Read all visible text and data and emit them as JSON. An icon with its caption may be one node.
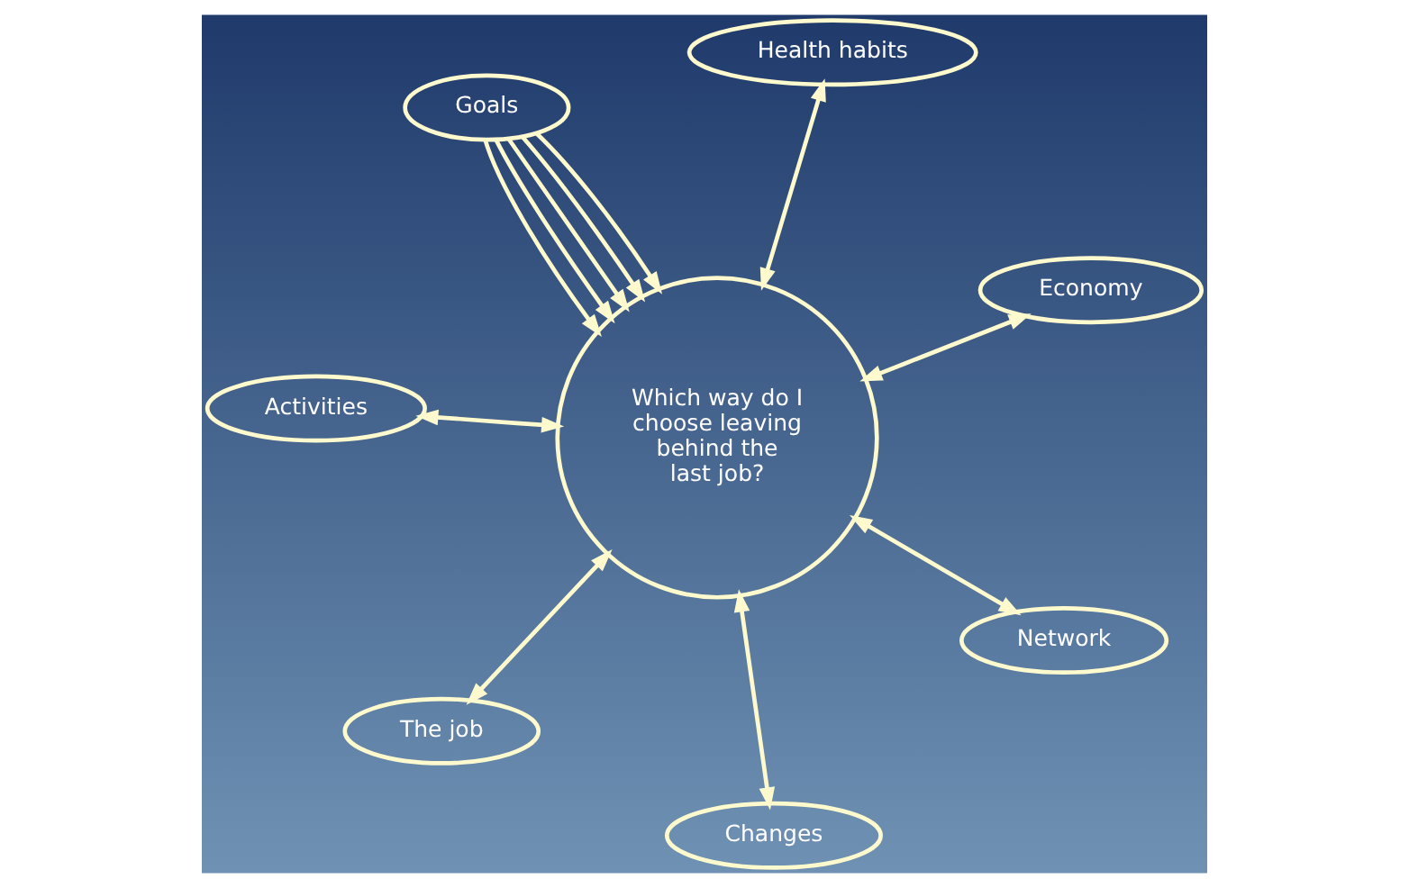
{
  "diagram": {
    "nodes": [
      {
        "text": [
          "Goals"
        ]
      },
      {
        "text": [
          "Economy"
        ]
      },
      {
        "text": [
          "Changes"
        ]
      },
      {
        "text": [
          "Which way do I choose leaving behind the last job?"
        ]
      },
      {
        "text": [
          "Health habits"
        ]
      },
      {
        "text": [
          "Activities"
        ]
      },
      {
        "text": [
          "The job"
        ]
      },
      {
        "text": [
          "Network"
        ]
      }
    ],
    "edges": [
      {
        "from": 0,
        "to": 3,
        "arrow": "to"
      },
      {
        "from": 0,
        "to": 3,
        "arrow": "to"
      },
      {
        "from": 0,
        "to": 3,
        "arrow": "to"
      },
      {
        "from": 0,
        "to": 3,
        "arrow": "to"
      },
      {
        "from": 0,
        "to": 3,
        "arrow": "to"
      },
      {
        "from": 1,
        "to": 3,
        "arrow": "both"
      },
      {
        "from": 2,
        "to": 3,
        "arrow": "both"
      },
      {
        "from": 4,
        "to": 3,
        "arrow": "both"
      },
      {
        "from": 5,
        "to": 3,
        "arrow": "both"
      },
      {
        "from": 6,
        "to": 3,
        "arrow": "both"
      },
      {
        "from": 7,
        "to": 3,
        "arrow": "both"
      }
    ]
  }
}
